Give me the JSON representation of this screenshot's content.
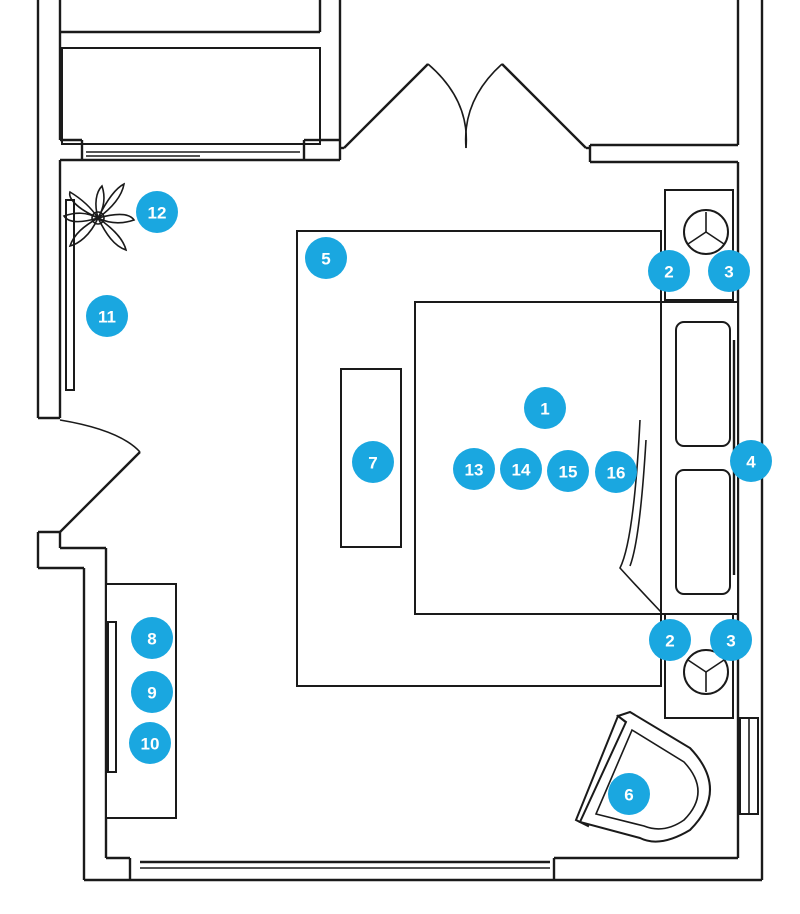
{
  "colors": {
    "badge": "#1aa7e0",
    "badge_text": "#ffffff",
    "line": "#1a1a1a",
    "background": "#ffffff"
  },
  "markers": [
    {
      "id": "m1",
      "label": "1"
    },
    {
      "id": "m2a",
      "label": "2"
    },
    {
      "id": "m3a",
      "label": "3"
    },
    {
      "id": "m4",
      "label": "4"
    },
    {
      "id": "m5",
      "label": "5"
    },
    {
      "id": "m6",
      "label": "6"
    },
    {
      "id": "m7",
      "label": "7"
    },
    {
      "id": "m8",
      "label": "8"
    },
    {
      "id": "m9",
      "label": "9"
    },
    {
      "id": "m10",
      "label": "10"
    },
    {
      "id": "m11",
      "label": "11"
    },
    {
      "id": "m12",
      "label": "12"
    },
    {
      "id": "m13",
      "label": "13"
    },
    {
      "id": "m14",
      "label": "14"
    },
    {
      "id": "m15",
      "label": "15"
    },
    {
      "id": "m16",
      "label": "16"
    },
    {
      "id": "m2b",
      "label": "2"
    },
    {
      "id": "m3b",
      "label": "3"
    }
  ]
}
